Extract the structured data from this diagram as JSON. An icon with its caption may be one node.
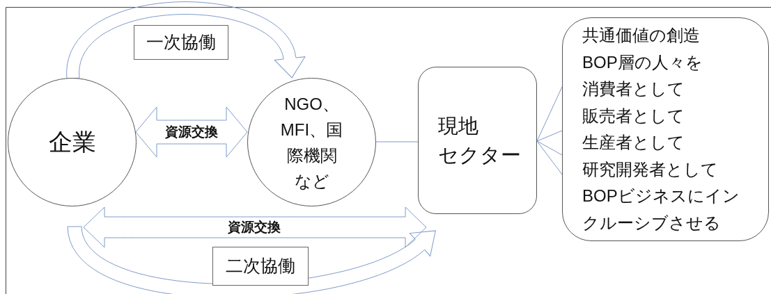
{
  "diagram": {
    "nodes": [
      {
        "text": [
          "企業"
        ]
      },
      {
        "text": [
          "NGO、MFI、国際機関など"
        ]
      },
      {
        "text": [
          "現地",
          "セクター"
        ]
      },
      {
        "text": [
          "共通価値の創造",
          "BOP層の人々を",
          "消費者として",
          "販売者として",
          "生産者として",
          "研究開発者として",
          "BOPビジネスにインクルーシブさせる"
        ]
      },
      {
        "text": [
          "一次協働"
        ]
      },
      {
        "text": [
          "二次協働"
        ]
      }
    ],
    "edges": [
      {
        "from": 0,
        "to": 1,
        "arrow": "to"
      },
      {
        "from": 0,
        "to": 1,
        "arrow": "both",
        "label": "資源交換"
      },
      {
        "from": 1,
        "to": 2,
        "arrow": "none"
      },
      {
        "from": 0,
        "to": 2,
        "arrow": "both",
        "label": "資源交換"
      },
      {
        "from": 0,
        "to": 2,
        "arrow": "to"
      },
      {
        "from": 2,
        "to": 3,
        "arrow": "none"
      },
      {
        "from": 2,
        "to": 3,
        "arrow": "none"
      },
      {
        "from": 2,
        "to": 3,
        "arrow": "none"
      },
      {
        "from": 2,
        "to": 3,
        "arrow": "none"
      }
    ]
  }
}
